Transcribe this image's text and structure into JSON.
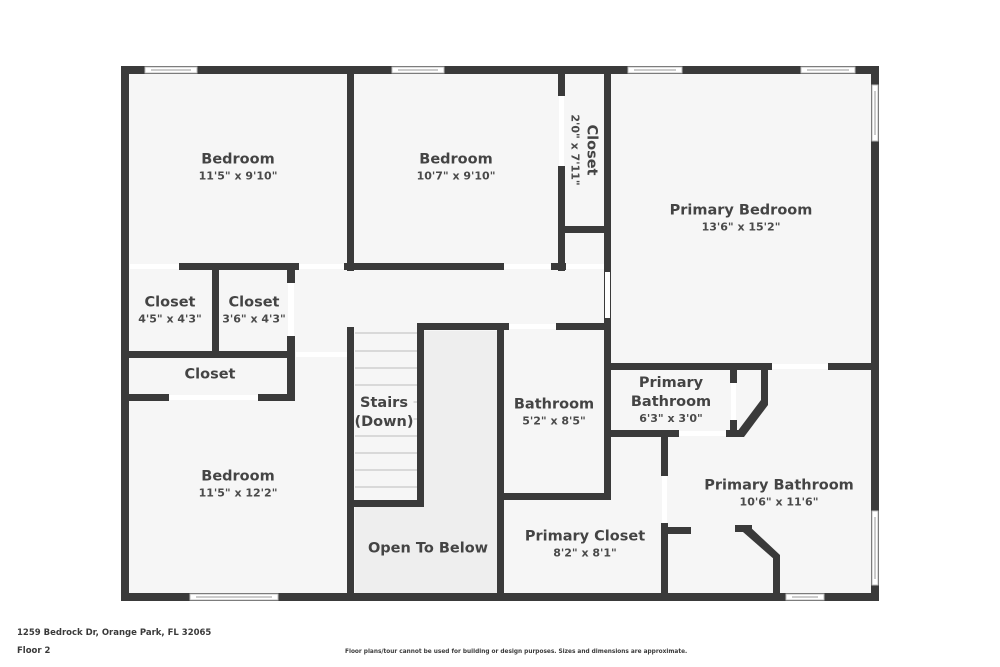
{
  "floorplan": {
    "colors": {
      "wall": "#3a3a3a",
      "floor": "#f6f6f6",
      "open_to_below": "#eeeeee",
      "text": "#444444"
    },
    "rooms": [
      {
        "name": "Bedroom",
        "dims": "11'5\" x 9'10\""
      },
      {
        "name": "Bedroom",
        "dims": "10'7\" x 9'10\""
      },
      {
        "name": "Closet",
        "dims": "2'0\" x 7'11\""
      },
      {
        "name": "Primary Bedroom",
        "dims": "13'6\" x 15'2\""
      },
      {
        "name": "Closet",
        "dims": "4'5\" x 4'3\""
      },
      {
        "name": "Closet",
        "dims": "3'6\" x 4'3\""
      },
      {
        "name": "Closet",
        "dims": ""
      },
      {
        "name": "Stairs\n(Down)",
        "name_line1": "Stairs",
        "name_line2": "(Down)",
        "dims": ""
      },
      {
        "name": "Bathroom",
        "dims": "5'2\" x 8'5\""
      },
      {
        "name_line1": "Primary",
        "name_line2": "Bathroom",
        "dims": "6'3\" x 3'0\""
      },
      {
        "name": "Bedroom",
        "dims": "11'5\" x 12'2\""
      },
      {
        "name": "Primary Bathroom",
        "dims": "10'6\" x 11'6\""
      },
      {
        "name": "Open To Below",
        "dims": ""
      },
      {
        "name": "Primary Closet",
        "dims": "8'2\" x 8'1\""
      }
    ]
  },
  "footer": {
    "address": "1259 Bedrock Dr, Orange Park, FL 32065",
    "floor": "Floor 2",
    "disclaimer": "Floor plans/tour cannot be used for building or design purposes. Sizes and dimensions are approximate."
  }
}
